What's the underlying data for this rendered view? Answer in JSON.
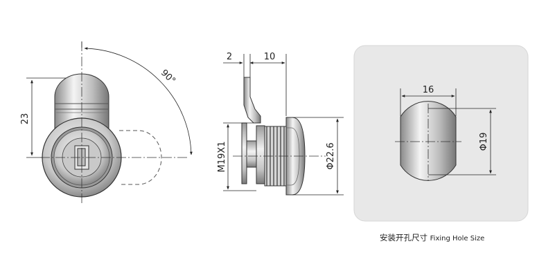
{
  "front_view": {
    "height_label": "23",
    "angle_label": "90°"
  },
  "side_view": {
    "thickness_label": "2",
    "length_label": "10",
    "thread_label": "M19X1",
    "diameter_label": "Φ22.6"
  },
  "hole_view": {
    "width_label": "16",
    "diameter_label": "Φ19",
    "panel_color": "#e8e8e8"
  },
  "caption": {
    "zh": "安装开孔尺寸",
    "en": "Fixing Hole Size"
  }
}
